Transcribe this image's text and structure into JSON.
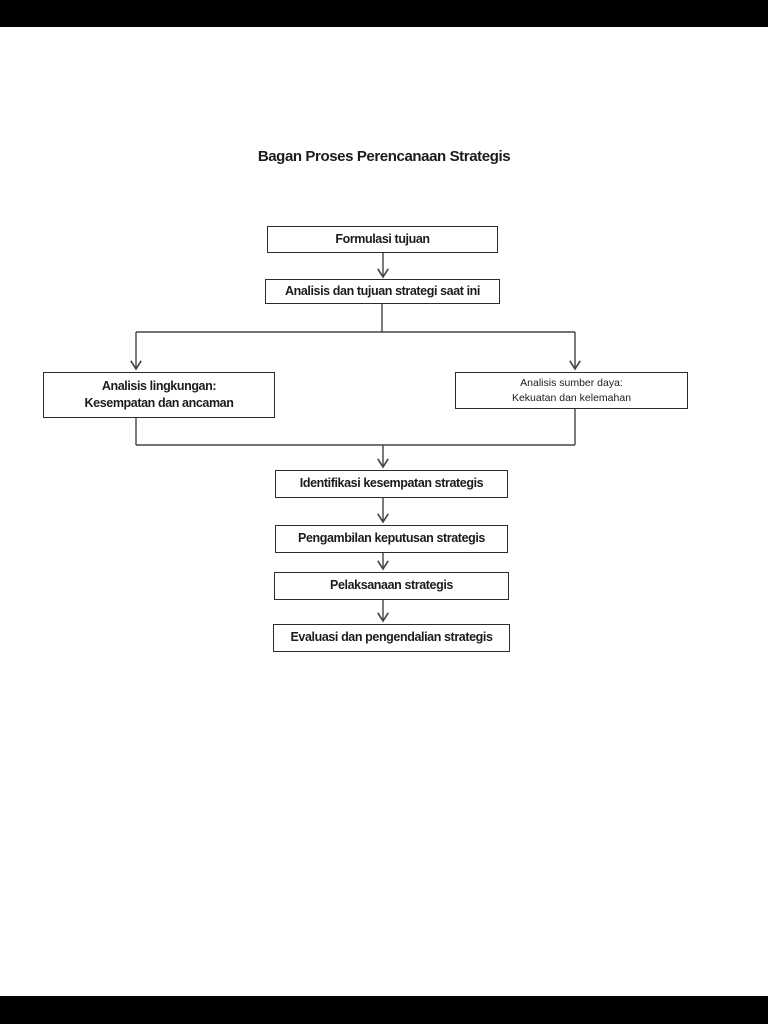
{
  "colors": {
    "letterbox": "#000000",
    "page_bg": "#ffffff",
    "line": "#454545",
    "border": "#2b2b2b",
    "text": "#1c1c1c"
  },
  "title": "Bagan Proses Perencanaan Strategis",
  "flowchart": {
    "nodes": {
      "formulasi": {
        "label": "Formulasi tujuan"
      },
      "analisis_tujuan": {
        "label": "Analisis dan tujuan strategi saat ini"
      },
      "analisis_lingkungan": {
        "line1": "Analisis lingkungan:",
        "line2": "Kesempatan dan ancaman"
      },
      "analisis_sumber_daya": {
        "line1": "Analisis sumber daya:",
        "line2": "Kekuatan dan kelemahan"
      },
      "identifikasi": {
        "label": "Identifikasi kesempatan strategis"
      },
      "pengambilan": {
        "label": "Pengambilan keputusan strategis"
      },
      "pelaksanaan": {
        "label": "Pelaksanaan strategis"
      },
      "evaluasi": {
        "label": "Evaluasi dan pengendalian strategis"
      }
    }
  }
}
